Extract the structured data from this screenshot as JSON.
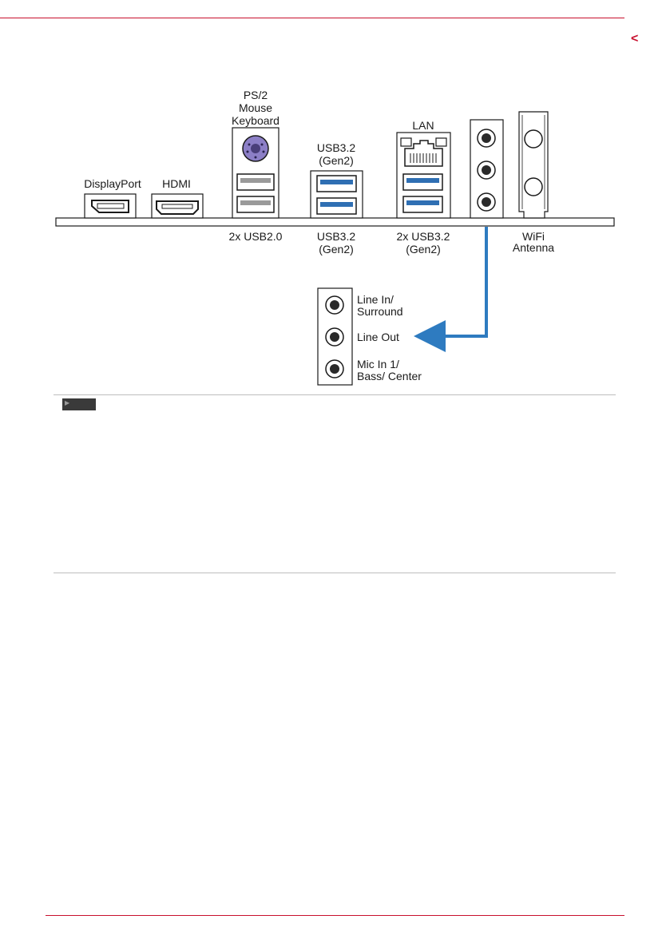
{
  "accent_color": "#c8102e",
  "page_marker": "<",
  "io_labels": {
    "displayport": "DisplayPort",
    "hdmi": "HDMI",
    "ps2": [
      "PS/2",
      "Mouse",
      "Keyboard"
    ],
    "usb32_top": [
      "USB3.2",
      "(Gen2)"
    ],
    "lan": "LAN",
    "usb20_bottom": "2x USB2.0",
    "usb32_bottom": [
      "USB3.2",
      "(Gen2)"
    ],
    "usb32x2_bottom": [
      "2x USB3.2",
      "(Gen2)"
    ],
    "wifi": [
      "WiFi",
      "Antenna"
    ]
  },
  "audio_labels": {
    "line_in": [
      "Line In/",
      "Surround"
    ],
    "line_out": "Line Out",
    "mic_in": [
      "Mic In 1/",
      "Bass/ Center"
    ]
  },
  "colors": {
    "usb3_blue": "#2f6fb3",
    "arrow_blue": "#2e7bc0",
    "ps2_purple": "#8c7fc6"
  }
}
